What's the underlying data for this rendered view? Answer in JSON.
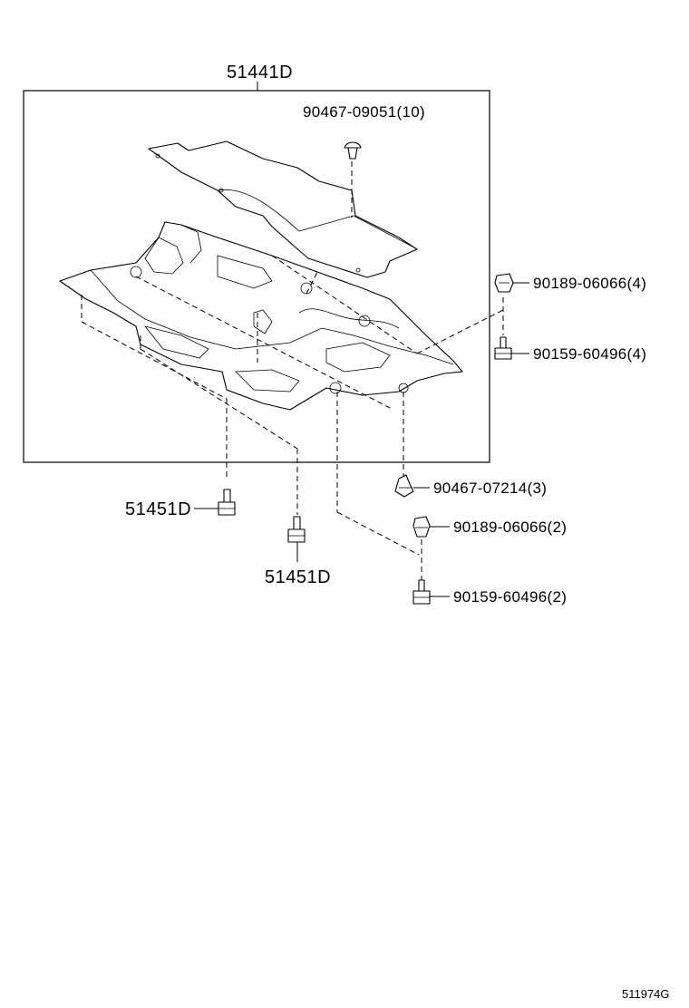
{
  "main_part": {
    "number": "51441D"
  },
  "callouts": [
    {
      "id": "clip-top",
      "part_number": "90467-09051(10)"
    },
    {
      "id": "nut-right",
      "part_number": "90189-06066(4)"
    },
    {
      "id": "bolt-right",
      "part_number": "90159-60496(4)"
    },
    {
      "id": "clip-lower",
      "part_number": "90467-07214(3)"
    },
    {
      "id": "nut-lower",
      "part_number": "90189-06066(2)"
    },
    {
      "id": "bolt-lower",
      "part_number": "90159-60496(2)"
    },
    {
      "id": "bolt-left",
      "part_number": "51451D"
    },
    {
      "id": "bolt-center",
      "part_number": "51451D"
    }
  ],
  "footer": {
    "diagram_code": "511974G"
  },
  "colors": {
    "line": "#000000",
    "background": "#ffffff"
  }
}
